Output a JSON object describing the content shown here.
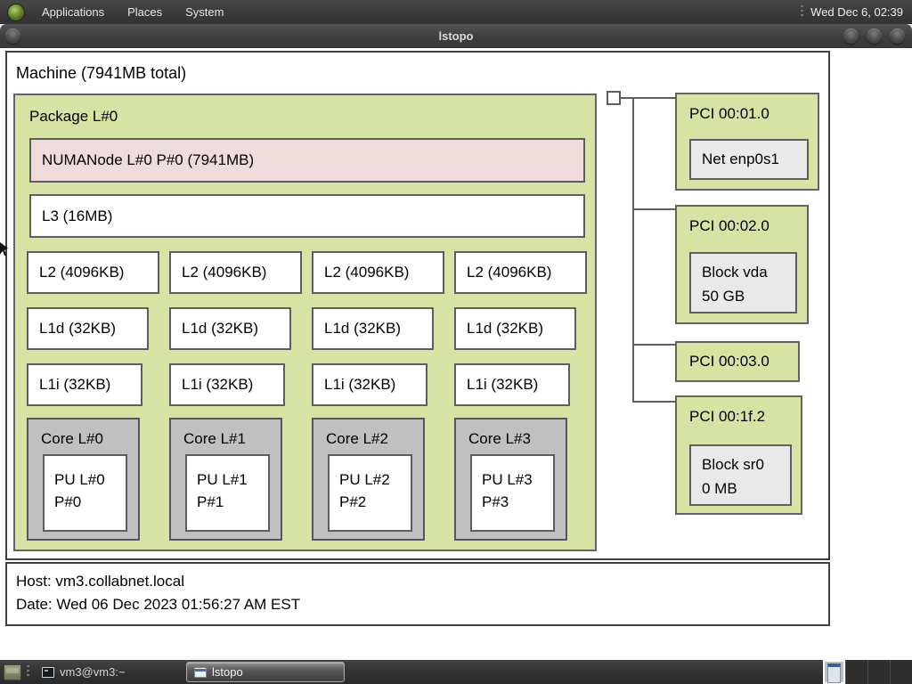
{
  "panel": {
    "menus": [
      {
        "label": "Applications"
      },
      {
        "label": "Places"
      },
      {
        "label": "System"
      }
    ],
    "clock": "Wed Dec 6, 02:39"
  },
  "window": {
    "title": "lstopo"
  },
  "topology": {
    "machine": {
      "label": "Machine (7941MB total)"
    },
    "package": {
      "label": "Package L#0",
      "numanode": {
        "label": "NUMANode L#0 P#0 (7941MB)"
      },
      "l3": {
        "label": "L3 (16MB)"
      },
      "l2": [
        "L2 (4096KB)",
        "L2 (4096KB)",
        "L2 (4096KB)",
        "L2 (4096KB)"
      ],
      "l1d": [
        "L1d (32KB)",
        "L1d (32KB)",
        "L1d (32KB)",
        "L1d (32KB)"
      ],
      "l1i": [
        "L1i (32KB)",
        "L1i (32KB)",
        "L1i (32KB)",
        "L1i (32KB)"
      ],
      "cores": [
        {
          "label": "Core L#0",
          "pu_line1": "PU L#0",
          "pu_line2": "P#0"
        },
        {
          "label": "Core L#1",
          "pu_line1": "PU L#1",
          "pu_line2": "P#1"
        },
        {
          "label": "Core L#2",
          "pu_line1": "PU L#2",
          "pu_line2": "P#2"
        },
        {
          "label": "Core L#3",
          "pu_line1": "PU L#3",
          "pu_line2": "P#3"
        }
      ]
    },
    "pci_devices": [
      {
        "label": "PCI 00:01.0",
        "device_line1": "Net enp0s1",
        "device_line2": ""
      },
      {
        "label": "PCI 00:02.0",
        "device_line1": "Block vda",
        "device_line2": "50 GB"
      },
      {
        "label": "PCI 00:03.0"
      },
      {
        "label": "PCI 00:1f.2",
        "device_line1": "Block sr0",
        "device_line2": "0 MB"
      }
    ],
    "legend": {
      "host": "Host: vm3.collabnet.local",
      "date": "Date: Wed 06 Dec 2023 01:56:27 AM EST"
    }
  },
  "taskbar": {
    "tasks": [
      {
        "label": "vm3@vm3:~",
        "active": false
      },
      {
        "label": "lstopo",
        "active": true
      }
    ],
    "workspaces": {
      "count": 4,
      "active_index": 1
    }
  },
  "colors": {
    "package_green": "#d6e3a4",
    "numanode_pink": "#eedbdb",
    "core_gray": "#c0c0c0",
    "os_device_gray": "#e9e9e9",
    "canvas_background": "#ffffff",
    "panel_background": "#3c3c3c"
  },
  "icons": {
    "distro_logo": "green-circle-logo",
    "window_controls": [
      "minimize",
      "maximize",
      "close"
    ],
    "terminal": "terminal-window",
    "lstopo_window": "app-window",
    "workspace_switcher": "pager-grid"
  }
}
